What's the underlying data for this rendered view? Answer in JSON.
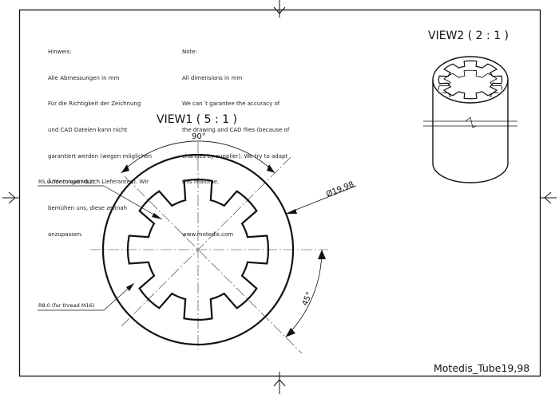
{
  "notes_de": {
    "lines": [
      "Hinweis:",
      "Alle Abmessungen in mm",
      "Für die Richtigkeit der Zeichnung",
      "und CAD Dateien kann nicht",
      "garantiert werden (wegen möglichen",
      "Änderungen durch Lieferanten). Wir",
      "bemühen uns, diese zeitnah",
      "anzupassen."
    ]
  },
  "notes_en": {
    "lines": [
      "Note:",
      "All dimensions in mm",
      "We can´t garantee the accuracy of",
      "the drawing and CAD files (because of",
      "changes by supplier). We try to adapt",
      "this realtime.",
      "",
      "www.motedis.com"
    ]
  },
  "view1": {
    "title": "VIEW1 ( 5 : 1 )",
    "angle_top": "90°",
    "angle_side": "45°",
    "diameter": "Ø19,98",
    "callout_r5": "R5,0 (for thread M12)",
    "callout_r8": "R8,0 (for thread M16)"
  },
  "view2": {
    "title": "VIEW2 ( 2 : 1 )"
  },
  "title_block": {
    "part_name": "Motedis_Tube19,98"
  },
  "colors": {
    "line": "#111111",
    "paper": "#ffffff"
  }
}
